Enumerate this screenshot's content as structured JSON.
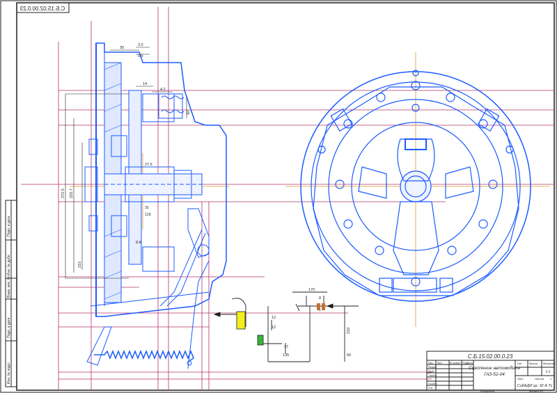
{
  "drawing": {
    "code_mirrored": "С.Б.15.02.00.0.23",
    "title_block": {
      "code": "С.Б.15.02.00.0.23",
      "name_line1": "Сцепление автомобиля",
      "name_line2": "ГАЗ-52-04",
      "header_labels": [
        "Лит",
        "Масса",
        "Масштаб"
      ],
      "scale": "1:1",
      "sheet_label": "Лист",
      "sheets_label": "Листов",
      "sheets_value": "1",
      "org": "СибАДИ гр. 32 А Тс",
      "row_labels": [
        "Изм",
        "Лист",
        "№ докум.",
        "Подп.",
        "Дата",
        "Разраб.",
        "Пров.",
        "Т.контр.",
        "Н.контр.",
        "Утв."
      ],
      "bottom_left": "Копировал",
      "bottom_right": "Формат А1"
    },
    "side_strip": {
      "labels": [
        "Подп. и дата",
        "Инв. № дубл.",
        "Взам. инв. №",
        "Подп. и дата",
        "Инв. № подл."
      ]
    },
    "dimensions": {
      "d1": "30",
      "d2": "3.5",
      "d3": "0.5",
      "d4": "14",
      "d5": "4.2",
      "d6": "42",
      "d7": "27.5",
      "d8": "31",
      "d9": "272.5",
      "d10": "225.7",
      "d11": "215",
      "d12": "8.8",
      "d13": "115",
      "k1": "170",
      "k2": "12",
      "k3": "12",
      "k4": "37",
      "k5": "135",
      "k6": "210",
      "k7": "60",
      "k8": "8"
    },
    "colors": {
      "frame": "#1f1f1f",
      "line_blue": "#1a5aff",
      "axis_magenta": "#b0306a",
      "axis_orange": "#e09a20",
      "fill_yellow": "#f4ef1a",
      "fill_green": "#3ab53a"
    }
  }
}
